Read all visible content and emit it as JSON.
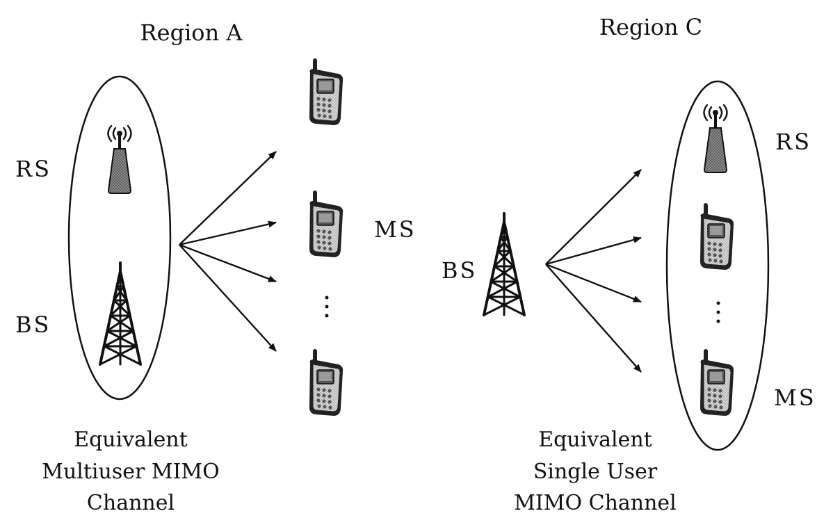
{
  "region_a": {
    "title": "Region A",
    "rs_label": "RS",
    "bs_label": "BS",
    "ms_label": "MS",
    "caption": [
      "Equivalent",
      "Multiuser MIMO",
      "Channel"
    ]
  },
  "region_c": {
    "title": "Region C",
    "rs_label": "RS",
    "bs_label": "BS",
    "ms_label": "MS",
    "caption": [
      "Equivalent",
      "Single User",
      "MIMO Channel"
    ]
  }
}
